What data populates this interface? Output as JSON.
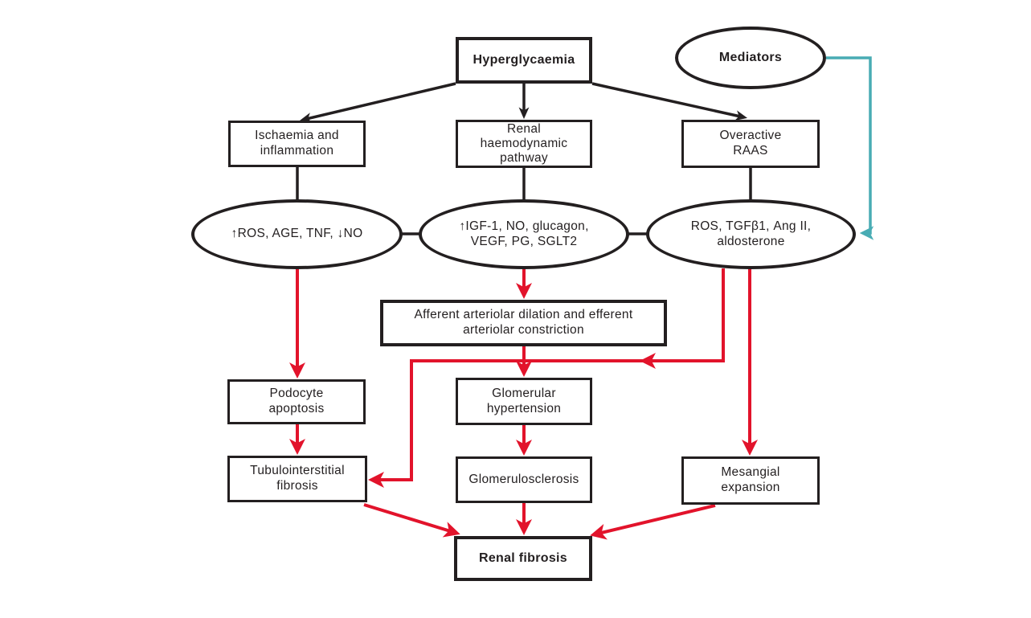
{
  "diagram": {
    "type": "flowchart",
    "topic": "Hyperglycaemia-driven pathways leading to renal fibrosis",
    "colors": {
      "outline": "#231f20",
      "pathway_arrow_red": "#e2132b",
      "mediator_arrow_teal": "#48acb4",
      "background": "#ffffff"
    },
    "nodes": {
      "hyperglycaemia": {
        "label": "Hyperglycaemia",
        "shape": "box"
      },
      "mediators": {
        "label": "Mediators",
        "shape": "ellipse"
      },
      "ischaemia": {
        "label": "Ischaemia and inflammation",
        "shape": "box"
      },
      "renal_haemodynamic": {
        "label": "Renal haemodynamic pathway",
        "shape": "box"
      },
      "overactive_raas": {
        "label": "Overactive RAAS",
        "shape": "box"
      },
      "ros_age_tnf_no": {
        "label": "↑ROS, AGE, TNF, ↓NO",
        "shape": "ellipse"
      },
      "igf1_mediators": {
        "label": "↑IGF-1, NO, glucagon, VEGF, PG, SGLT2",
        "shape": "ellipse"
      },
      "ros_tgfb1": {
        "label": "ROS, TGFβ1, Ang II, aldosterone",
        "shape": "ellipse"
      },
      "afferent_efferent": {
        "label": "Afferent arteriolar dilation and efferent arteriolar constriction",
        "shape": "box"
      },
      "podocyte_apoptosis": {
        "label": "Podocyte apoptosis",
        "shape": "box"
      },
      "glomerular_hypertension": {
        "label": "Glomerular hypertension",
        "shape": "box"
      },
      "tubulointerstitial_fibrosis": {
        "label": "Tubulointerstitial fibrosis",
        "shape": "box"
      },
      "glomerulosclerosis": {
        "label": "Glomerulosclerosis",
        "shape": "box"
      },
      "mesangial_expansion": {
        "label": "Mesangial expansion",
        "shape": "box"
      },
      "renal_fibrosis": {
        "label": "Renal fibrosis",
        "shape": "box"
      }
    },
    "edges": [
      {
        "from": "hyperglycaemia",
        "to": "ischaemia",
        "color": "black",
        "arrow": true
      },
      {
        "from": "hyperglycaemia",
        "to": "renal_haemodynamic",
        "color": "black",
        "arrow": true
      },
      {
        "from": "hyperglycaemia",
        "to": "overactive_raas",
        "color": "black",
        "arrow": true
      },
      {
        "from": "ischaemia",
        "to": "ros_age_tnf_no",
        "color": "black",
        "arrow": false
      },
      {
        "from": "renal_haemodynamic",
        "to": "igf1_mediators",
        "color": "black",
        "arrow": false
      },
      {
        "from": "overactive_raas",
        "to": "ros_tgfb1",
        "color": "black",
        "arrow": false
      },
      {
        "from": "ros_age_tnf_no",
        "to": "igf1_mediators",
        "color": "black",
        "arrow": false
      },
      {
        "from": "igf1_mediators",
        "to": "ros_tgfb1",
        "color": "black",
        "arrow": false
      },
      {
        "from": "mediators",
        "to": "ros_tgfb1",
        "color": "teal",
        "arrow": true
      },
      {
        "from": "ros_age_tnf_no",
        "to": "podocyte_apoptosis",
        "color": "red",
        "arrow": true
      },
      {
        "from": "igf1_mediators",
        "to": "afferent_efferent",
        "color": "red",
        "arrow": true
      },
      {
        "from": "afferent_efferent",
        "to": "glomerular_hypertension",
        "color": "red",
        "arrow": true
      },
      {
        "from": "ros_tgfb1",
        "to": "tubulointerstitial_fibrosis",
        "color": "red",
        "arrow": true
      },
      {
        "from": "ros_tgfb1",
        "to": "mesangial_expansion",
        "color": "red",
        "arrow": true
      },
      {
        "from": "podocyte_apoptosis",
        "to": "tubulointerstitial_fibrosis",
        "color": "red",
        "arrow": true
      },
      {
        "from": "glomerular_hypertension",
        "to": "glomerulosclerosis",
        "color": "red",
        "arrow": true
      },
      {
        "from": "glomerulosclerosis",
        "to": "renal_fibrosis",
        "color": "red",
        "arrow": true
      },
      {
        "from": "tubulointerstitial_fibrosis",
        "to": "renal_fibrosis",
        "color": "red",
        "arrow": true
      },
      {
        "from": "mesangial_expansion",
        "to": "renal_fibrosis",
        "color": "red",
        "arrow": true
      }
    ]
  }
}
